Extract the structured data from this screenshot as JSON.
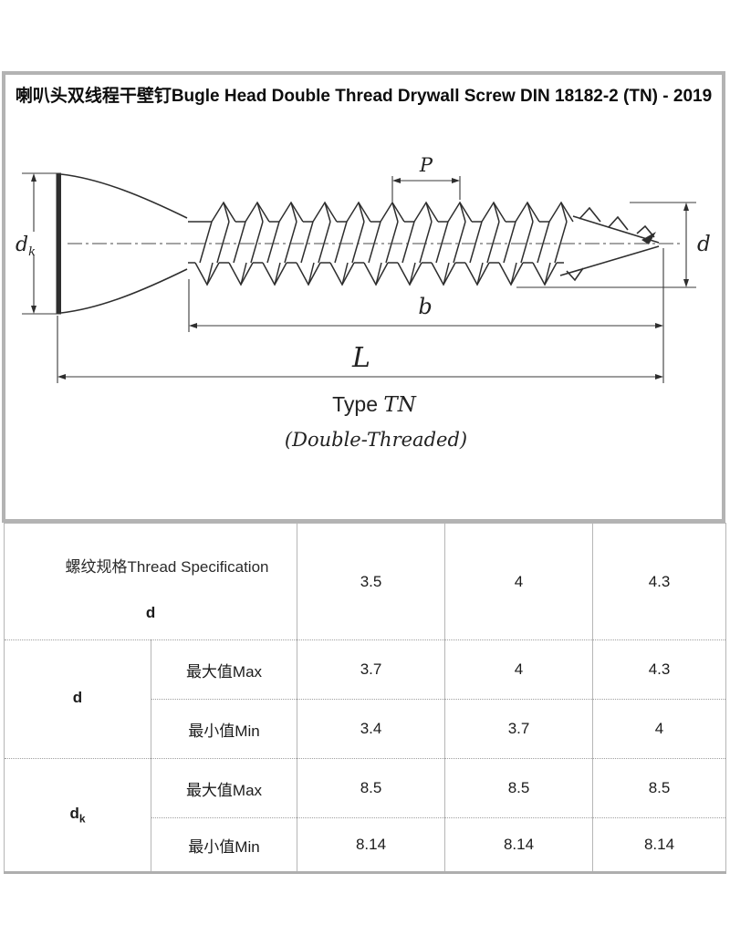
{
  "title": "喇叭头双线程干壁钉Bugle Head Double Thread Drywall Screw DIN 18182-2 (TN) - 2019",
  "drawing": {
    "dim_labels": {
      "dk_main": "d",
      "dk_sub": "k",
      "pitch": "P",
      "diameter": "d",
      "thread_length": "b",
      "total_length": "L"
    },
    "type_word": "Type ",
    "type_code": "TN",
    "subtitle": "(Double-Threaded)"
  },
  "table": {
    "spec_header": {
      "label": "螺纹规格Thread Specification",
      "symbol": "d"
    },
    "size_values": [
      "3.5",
      "4",
      "4.3"
    ],
    "groups": [
      {
        "symbol_main": "d",
        "symbol_sub": "",
        "rows": [
          {
            "name": "最大值Max",
            "values": [
              "3.7",
              "4",
              "4.3"
            ]
          },
          {
            "name": "最小值Min",
            "values": [
              "3.4",
              "3.7",
              "4"
            ]
          }
        ]
      },
      {
        "symbol_main": "d",
        "symbol_sub": "k",
        "rows": [
          {
            "name": "最大值Max",
            "values": [
              "8.5",
              "8.5",
              "8.5"
            ]
          },
          {
            "name": "最小值Min",
            "values": [
              "8.14",
              "8.14",
              "8.14"
            ]
          }
        ]
      }
    ]
  },
  "colors": {
    "frame_border": "#b3b3b3",
    "table_border": "#b6b6b6",
    "drawing_line": "#2e2e2e",
    "text": "#1f1f1f"
  }
}
